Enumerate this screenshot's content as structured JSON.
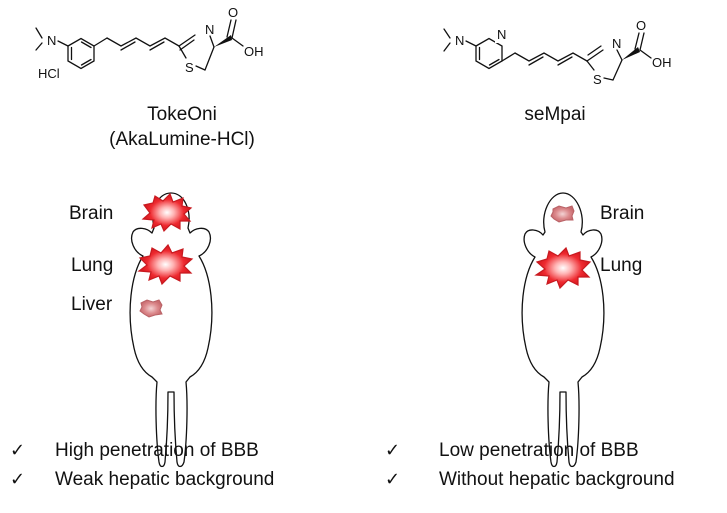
{
  "colors": {
    "signal_strong": "#e8202a",
    "signal_weak": "#d9797c",
    "line": "#111111"
  },
  "left": {
    "compound": {
      "name_line1": "TokeOni",
      "name_line2": "(AkaLumine-HCl)",
      "atoms": {
        "amine_n": "N",
        "salt": "HCl",
        "ring_n": "N",
        "ring_s": "S",
        "carbonyl_o": "O",
        "hydroxyl": "OH"
      }
    },
    "organs": {
      "brain": "Brain",
      "lung": "Lung",
      "liver": "Liver"
    },
    "checks": {
      "mark": "✓",
      "item1": "High penetration of BBB",
      "item2": "Weak hepatic background"
    }
  },
  "right": {
    "compound": {
      "name": "seMpai",
      "atoms": {
        "amine_n": "N",
        "pyridine_n": "N",
        "ring_n": "N",
        "ring_s": "S",
        "carbonyl_o": "O",
        "hydroxyl": "OH"
      }
    },
    "organs": {
      "brain": "Brain",
      "lung": "Lung"
    },
    "checks": {
      "mark": "✓",
      "item1": "Low penetration of BBB",
      "item2": "Without hepatic background"
    }
  }
}
